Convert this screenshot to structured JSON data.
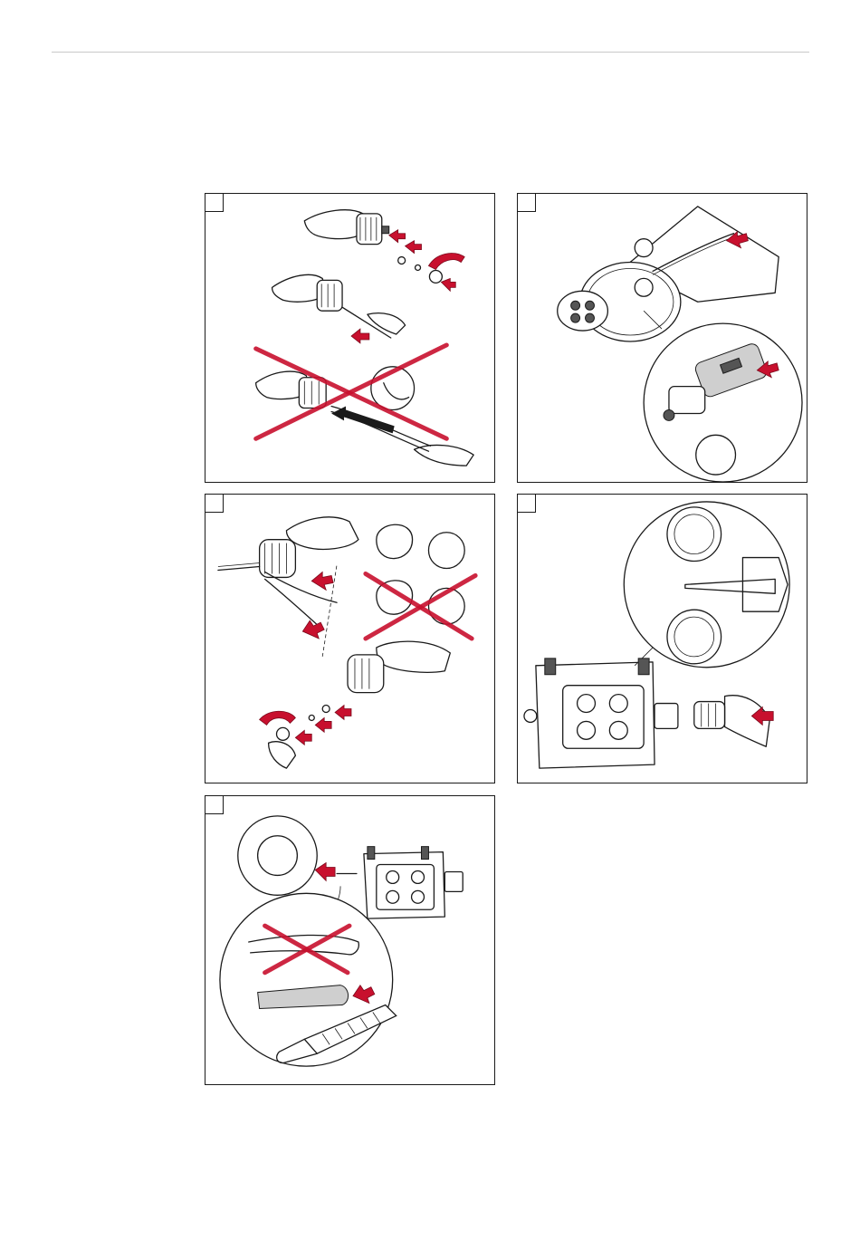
{
  "document": {
    "panels": [
      {
        "id": "step-1",
        "step_label": ""
      },
      {
        "id": "step-2",
        "step_label": ""
      },
      {
        "id": "step-3",
        "step_label": ""
      },
      {
        "id": "step-4",
        "step_label": ""
      },
      {
        "id": "step-5",
        "step_label": ""
      }
    ],
    "colors": {
      "accent_arrow": "#c8102e",
      "line": "#1a1a1a",
      "rule": "#c8c8c8"
    }
  }
}
